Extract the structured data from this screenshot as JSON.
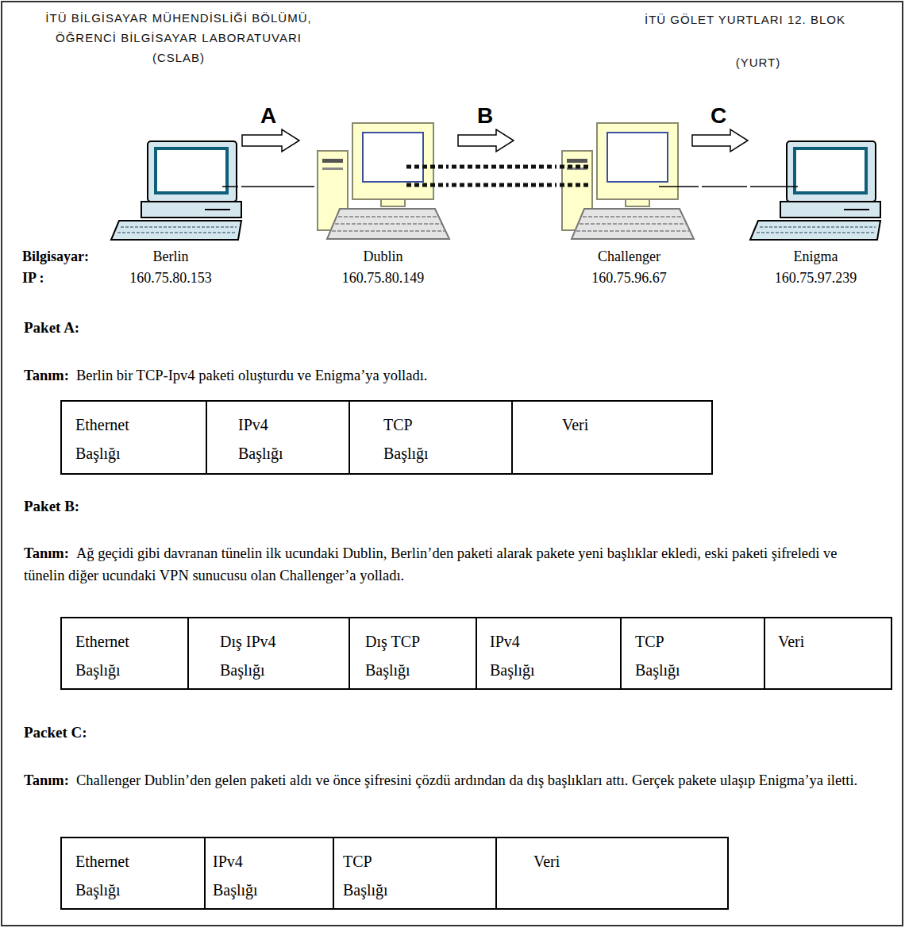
{
  "diagram": {
    "nodes": [
      {
        "text": [
          "Berlin",
          "160.75.80.153"
        ]
      },
      {
        "text": [
          "Dublin",
          "160.75.80.149"
        ]
      },
      {
        "text": [
          "Challenger",
          "160.75.96.67"
        ]
      },
      {
        "text": [
          "Enigma",
          "160.75.97.239"
        ]
      }
    ],
    "edges": [
      {
        "from": 0,
        "to": 1,
        "arrow": "none"
      },
      {
        "from": 1,
        "to": 2,
        "arrow": "none"
      },
      {
        "from": 2,
        "to": 3,
        "arrow": "none"
      }
    ],
    "labels": [
      "İTÜ BİLGİSAYAR MÜHENDİSLİĞİ BÖLÜMÜ, ÖĞRENCİ BİLGİSAYAR LABORATUVARI (CSLAB)",
      "İTÜ GÖLET YURTLARI 12. BLOK",
      "(YURT)",
      "A",
      "B",
      "C",
      "Bilgisayar:",
      "IP :",
      "Paket A:",
      "Tanım:",
      "Berlin bir TCP-Ipv4 paketi oluşturdu ve Enigma’ya yolladı.",
      "Ethernet Başlığı",
      "IPv4 Başlığı",
      "TCP Başlığı",
      "Veri",
      "Paket B:",
      "Tanım:",
      "Ağ geçidi gibi davranan tünelin ilk ucundaki Dublin, Berlin’den paketi alarak pakete yeni başlıklar ekledi, eski paketi şifreledi ve tünelin diğer ucundaki VPN sunucusu olan Challenger’a yolladı.",
      "Ethernet Başlığı",
      "Dış IPv4 Başlığı",
      "Dış TCP Başlığı",
      "IPv4 Başlığı",
      "TCP Başlığı",
      "Veri",
      "Packet C:",
      "Tanım:",
      "Challenger Dublin’den gelen paketi aldı ve önce şifresini çözdü ardından da dış başlıkları attı. Gerçek pakete ulaşıp Enigma’ya iletti.",
      "Ethernet Başlığı",
      "IPv4 Başlığı",
      "TCP Başlığı",
      "Veri"
    ]
  }
}
